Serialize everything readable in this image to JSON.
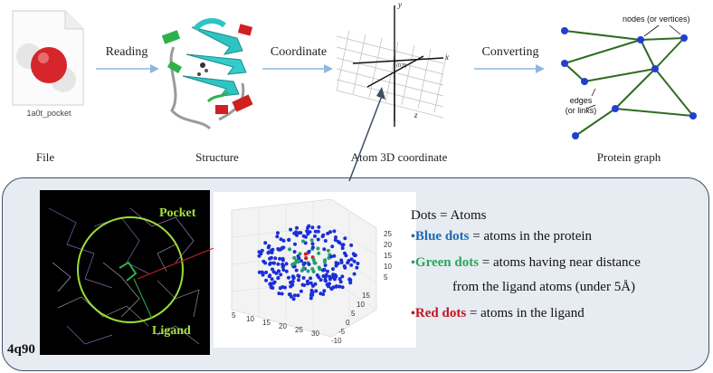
{
  "pipeline": {
    "file_name": "1a0t_pocket",
    "arrow_labels": [
      "Reading",
      "Coordinate",
      "Converting"
    ],
    "captions": [
      "File",
      "Structure",
      "Atom 3D coordinate",
      "Protein graph"
    ],
    "axis_labels": {
      "x": "x",
      "y": "y",
      "z": "z",
      "origin": "(0,0)"
    },
    "graph_annotations": {
      "nodes": "nodes (or vertices)",
      "edges": "edges\n(or links)"
    },
    "colors": {
      "arrow": "#8fb6de",
      "node": "#1f3fd6",
      "edge": "#2f6b1f"
    }
  },
  "detail": {
    "protein_id": "4q90",
    "pocket_label": "Pocket",
    "ligand_label": "Ligand",
    "scatter_ticks": {
      "x": [
        "5",
        "10",
        "15",
        "20",
        "25",
        "30"
      ],
      "y": [
        "15",
        "10",
        "5",
        "0",
        "-5",
        "-10"
      ],
      "z": [
        "25",
        "20",
        "15",
        "10",
        "5"
      ]
    },
    "legend": {
      "title": "Dots = Atoms",
      "items": [
        {
          "color_label": "Blue dots",
          "text": " = atoms in the protein",
          "color": "#1f6ab0"
        },
        {
          "color_label": "Green dots",
          "text": " = atoms having near distance",
          "text2": "from the ligand atoms (under 5Å)",
          "color": "#2aa55a"
        },
        {
          "color_label": "Red dots",
          "text": " = atoms in the ligand",
          "color": "#c0161f"
        }
      ]
    }
  }
}
